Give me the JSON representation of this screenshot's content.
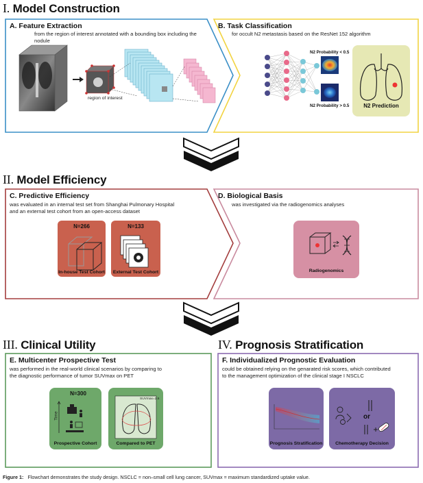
{
  "sections": {
    "s1": {
      "numeral": "I.",
      "title": "Model Construction"
    },
    "s2": {
      "numeral": "II.",
      "title": "Model Efficiency"
    },
    "s3": {
      "numeral": "III.",
      "title": "Clinical Utility"
    },
    "s4": {
      "numeral": "IV.",
      "title": "Prognosis Stratification"
    }
  },
  "panels": {
    "A": {
      "title": "A. Feature Extraction",
      "desc": "from the region of interest annotated with a bounding box including the nodule",
      "roi_label": "region of interest"
    },
    "B": {
      "title": "B. Task Classification",
      "desc": "for occult N2 metastasis based on the ResNet 152 algorithm",
      "prob_low": "N2 Probability < 0.5",
      "prob_high": "N2 Probability > 0.5",
      "prediction": "N2 Prediction"
    },
    "C": {
      "title": "C. Predictive Efficiency",
      "desc1": "was evaluated in an internal test set from Shanghai Pulmonary Hospital",
      "desc2": "and an external test cohort from an open-access dataset",
      "inhouse_n": "N=266",
      "inhouse_label": "In-house Test Cohort",
      "external_n": "N=133",
      "external_label": "External Test Cohort"
    },
    "D": {
      "title": "D. Biological Basis",
      "desc": "was investigated via the radiogenomics analyses",
      "label": "Radiogenomics"
    },
    "E": {
      "title": "E. Multicenter Prospective Test",
      "desc1": "was performed in the real-world clinical scenarios by comparing to",
      "desc2": "the diagnostic performance of tumor SUVmax on PET",
      "prospective_n": "N=300",
      "time_label": "Time",
      "prospective_label": "Prospective Cohort",
      "pet_label": "Compared to PET",
      "suv_label": "SUVmax=2.6"
    },
    "F": {
      "title": "F. Individualized Prognostic Evaluation",
      "desc1": "could be obtained relying on the genarated risk scores, which contributed",
      "desc2": "to the management optimization of the clinical stage I NSCLC",
      "prog_label": "Prognosis Stratification",
      "or_label": "or",
      "chemo_label": "Chemotherapy Decision"
    }
  },
  "caption": {
    "prefix": "Figure 1:",
    "text": "Flowchart demonstrates the study design. NSCLC = non–small cell lung cancer, SUVmax = maximum standardized uptake value."
  },
  "colors": {
    "blue": "#3a8fc7",
    "yellow": "#f2d341",
    "red": "#a33d3d",
    "pink": "#c98a9e",
    "green": "#5c9a5c",
    "purple": "#8a6bb0",
    "red_box": "#c9614e",
    "pink_box": "#d690a4",
    "green_box": "#6ea86a",
    "purple_box": "#7d6aa6",
    "yellow_box": "#e6e8b4"
  }
}
